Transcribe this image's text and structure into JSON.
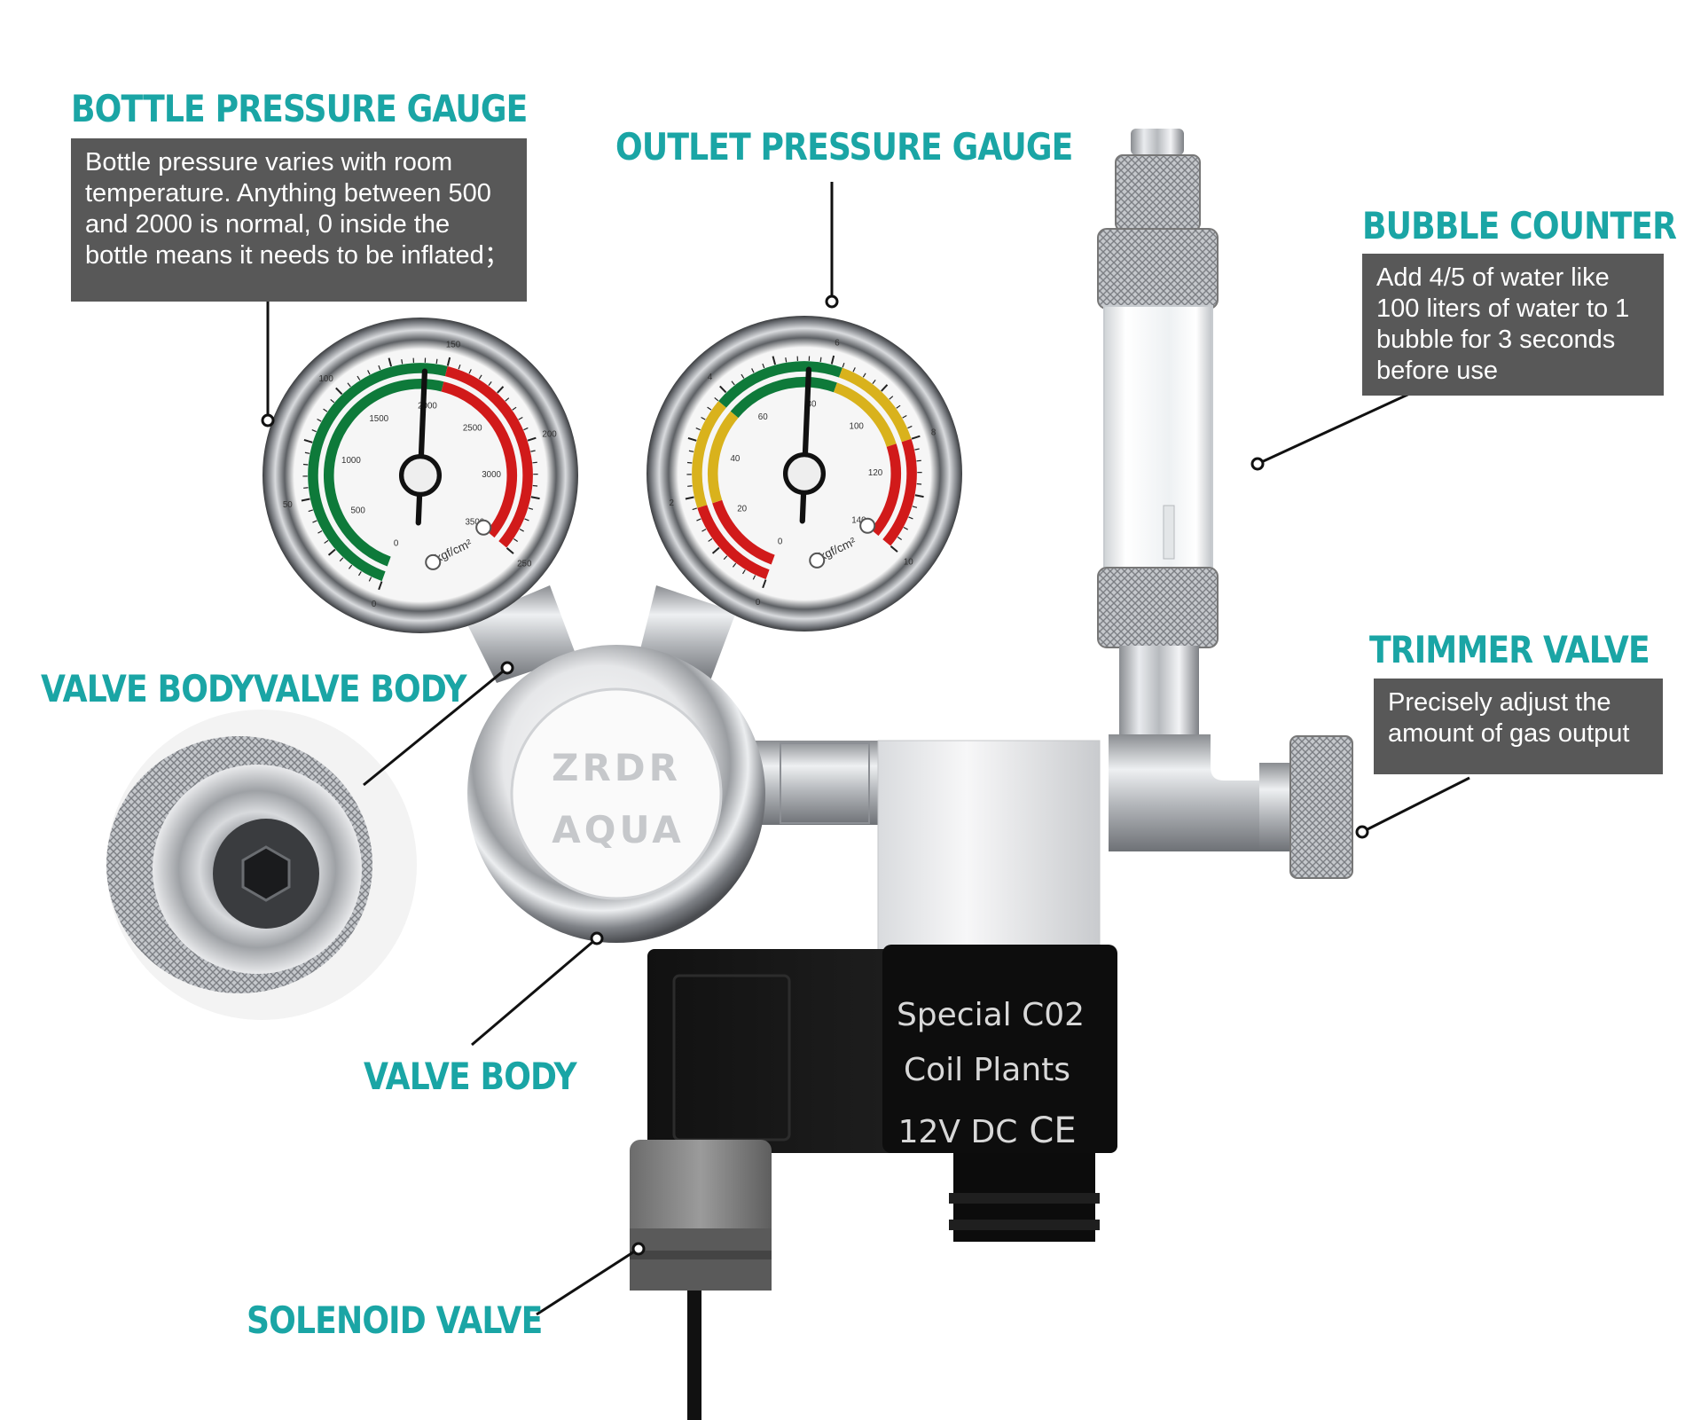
{
  "labels": {
    "bottle_gauge": {
      "title": "BOTTLE PRESSURE GAUGE",
      "description": "Bottle pressure varies with room temperature. Anything between 500 and 2000 is normal, 0 inside the bottle means it needs to be inflated；"
    },
    "outlet_gauge": {
      "title": "OUTLET PRESSURE GAUGE"
    },
    "bubble_counter": {
      "title": "BUBBLE COUNTER",
      "description": "Add 4/5 of water like 100 liters of water to 1 bubble for 3 seconds before use"
    },
    "trimmer_valve": {
      "title": "TRIMMER VALVE",
      "description": "Precisely adjust the amount of gas output"
    },
    "valve_body_upper": {
      "title": "VALVE BODYVALVE BODY"
    },
    "valve_body_lower": {
      "title": "VALVE BODY"
    },
    "solenoid_valve": {
      "title": "SOLENOID VALVE"
    }
  },
  "brand": {
    "line1": "ZRDR",
    "line2": "AQUA"
  },
  "solenoid": {
    "line1": "Special C02",
    "line2": "Coil Plants",
    "line3": "12V DC",
    "mark": "CE"
  },
  "gauges": {
    "bottle": {
      "unit": "kgf/cm²",
      "outer_scale": [
        "0",
        "50",
        "100",
        "150",
        "200",
        "250"
      ],
      "inner_scale": [
        "0",
        "500",
        "1000",
        "1500",
        "2000",
        "2500",
        "3000",
        "3500"
      ]
    },
    "outlet": {
      "unit": "kgf/cm²",
      "outer_scale": [
        "0",
        "2",
        "4",
        "6",
        "8",
        "10"
      ],
      "inner_scale": [
        "0",
        "20",
        "40",
        "60",
        "80",
        "100",
        "120",
        "140"
      ]
    }
  },
  "colors": {
    "accent": "#1aa5a5",
    "label_box": "#585858",
    "gauge_green": "#0e7a3a",
    "gauge_red": "#d11a1a",
    "gauge_yellow": "#d9b21c"
  }
}
